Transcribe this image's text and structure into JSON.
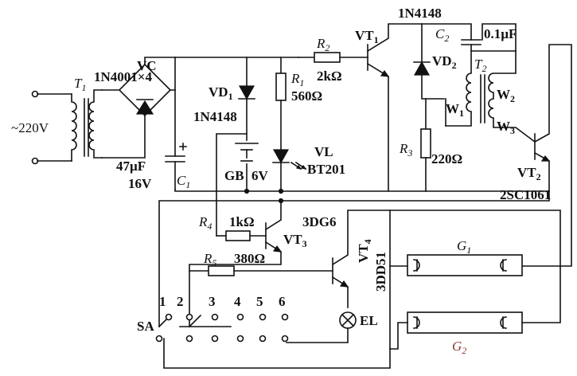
{
  "labels": {
    "mains": "~220V",
    "t1": "T",
    "t1_sub": "1",
    "vc": "VC",
    "bridge_diodes": "1N4001×4",
    "c1_value": "47µF",
    "c1_voltage": "16V",
    "c1": "C",
    "c1_sub": "1",
    "vd1": "VD",
    "vd1_sub": "1",
    "vd1_type": "1N4148",
    "gb": "GB",
    "gb_voltage": "6V",
    "r1": "R",
    "r1_sub": "1",
    "r1_value": "560Ω",
    "vl": "VL",
    "vl_type": "BT201",
    "r2": "R",
    "r2_sub": "2",
    "r2_value": "2kΩ",
    "vt1": "VT",
    "vt1_sub": "1",
    "vd2_type": "1N4148",
    "vd2": "VD",
    "vd2_sub": "2",
    "c2": "C",
    "c2_sub": "2",
    "c2_value": "0.1µF",
    "t2": "T",
    "t2_sub": "2",
    "w1": "W",
    "w1_sub": "1",
    "w2": "W",
    "w2_sub": "2",
    "w3": "W",
    "w3_sub": "3",
    "r3": "R",
    "r3_sub": "3",
    "r3_value": "220Ω",
    "vt2": "VT",
    "vt2_sub": "2",
    "vt2_type": "2SC1061",
    "r4": "R",
    "r4_sub": "4",
    "r4_value": "1kΩ",
    "vt3_type": "3DG6",
    "vt3": "VT",
    "vt3_sub": "3",
    "r5": "R",
    "r5_sub": "5",
    "r5_value": "380Ω",
    "vt4": "VT",
    "vt4_sub": "4",
    "vt4_type": "3DD51",
    "el": "EL",
    "sa": "SA",
    "sa_positions": [
      "1",
      "2",
      "3",
      "4",
      "5",
      "6"
    ],
    "g1": "G",
    "g1_sub": "1",
    "g2": "G",
    "g2_sub": "2"
  },
  "colors": {
    "ink": "#111111",
    "g2_label": "#8a3a2a"
  }
}
